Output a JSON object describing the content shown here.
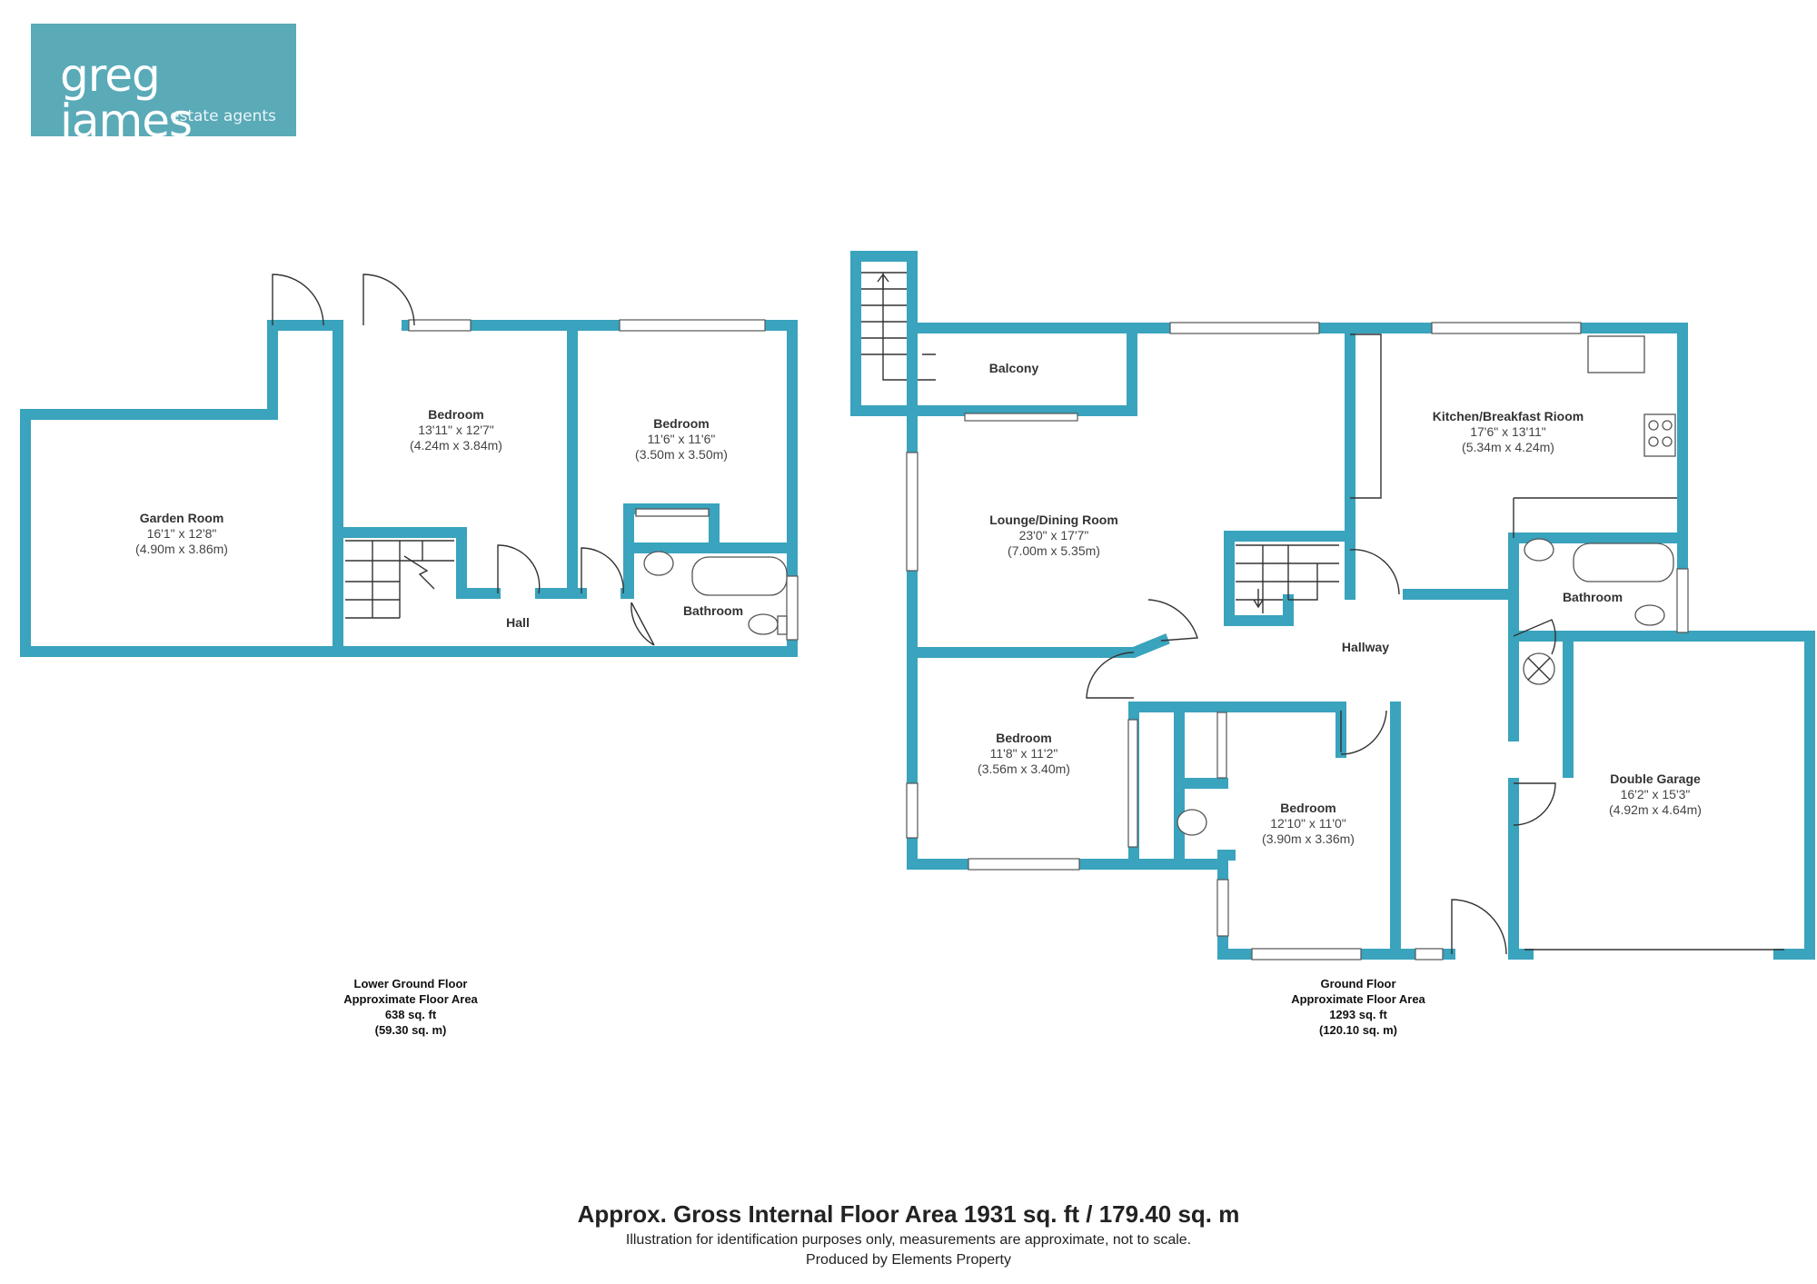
{
  "brand": {
    "name": "greg james",
    "tagline": "estate agents",
    "color": "#5aaab8"
  },
  "wall_color": "#3aa3bd",
  "lower_ground": {
    "rooms": [
      {
        "name": "Garden Room",
        "imperial": "16'1\" x 12'8\"",
        "metric": "(4.90m x 3.86m)"
      },
      {
        "name": "Bedroom",
        "imperial": "13'11\" x 12'7\"",
        "metric": "(4.24m x 3.84m)"
      },
      {
        "name": "Bedroom",
        "imperial": "11'6\" x 11'6\"",
        "metric": "(3.50m x 3.50m)"
      },
      {
        "name": "Hall"
      },
      {
        "name": "Bathroom"
      }
    ],
    "caption": [
      "Lower Ground Floor",
      "Approximate Floor Area",
      "638 sq. ft",
      "(59.30 sq. m)"
    ]
  },
  "ground": {
    "rooms": [
      {
        "name": "Balcony"
      },
      {
        "name": "Lounge/Dining Room",
        "imperial": "23'0\" x 17'7\"",
        "metric": "(7.00m x 5.35m)"
      },
      {
        "name": "Kitchen/Breakfast Rioom",
        "imperial": "17'6\" x 13'11\"",
        "metric": "(5.34m x 4.24m)"
      },
      {
        "name": "Bathroom"
      },
      {
        "name": "Hallway"
      },
      {
        "name": "Bedroom",
        "imperial": "11'8\" x 11'2\"",
        "metric": "(3.56m x 3.40m)"
      },
      {
        "name": "Bedroom",
        "imperial": "12'10\" x 11'0\"",
        "metric": "(3.90m x 3.36m)"
      },
      {
        "name": "Double Garage",
        "imperial": "16'2\" x 15'3\"",
        "metric": "(4.92m x 4.64m)"
      }
    ],
    "caption": [
      "Ground Floor",
      "Approximate Floor Area",
      "1293 sq. ft",
      "(120.10 sq. m)"
    ]
  },
  "footer": {
    "gia": "Approx. Gross Internal Floor Area 1931 sq. ft / 179.40 sq. m",
    "note": "Illustration for identification purposes only, measurements are approximate, not to scale.",
    "producer": "Produced by Elements Property"
  }
}
